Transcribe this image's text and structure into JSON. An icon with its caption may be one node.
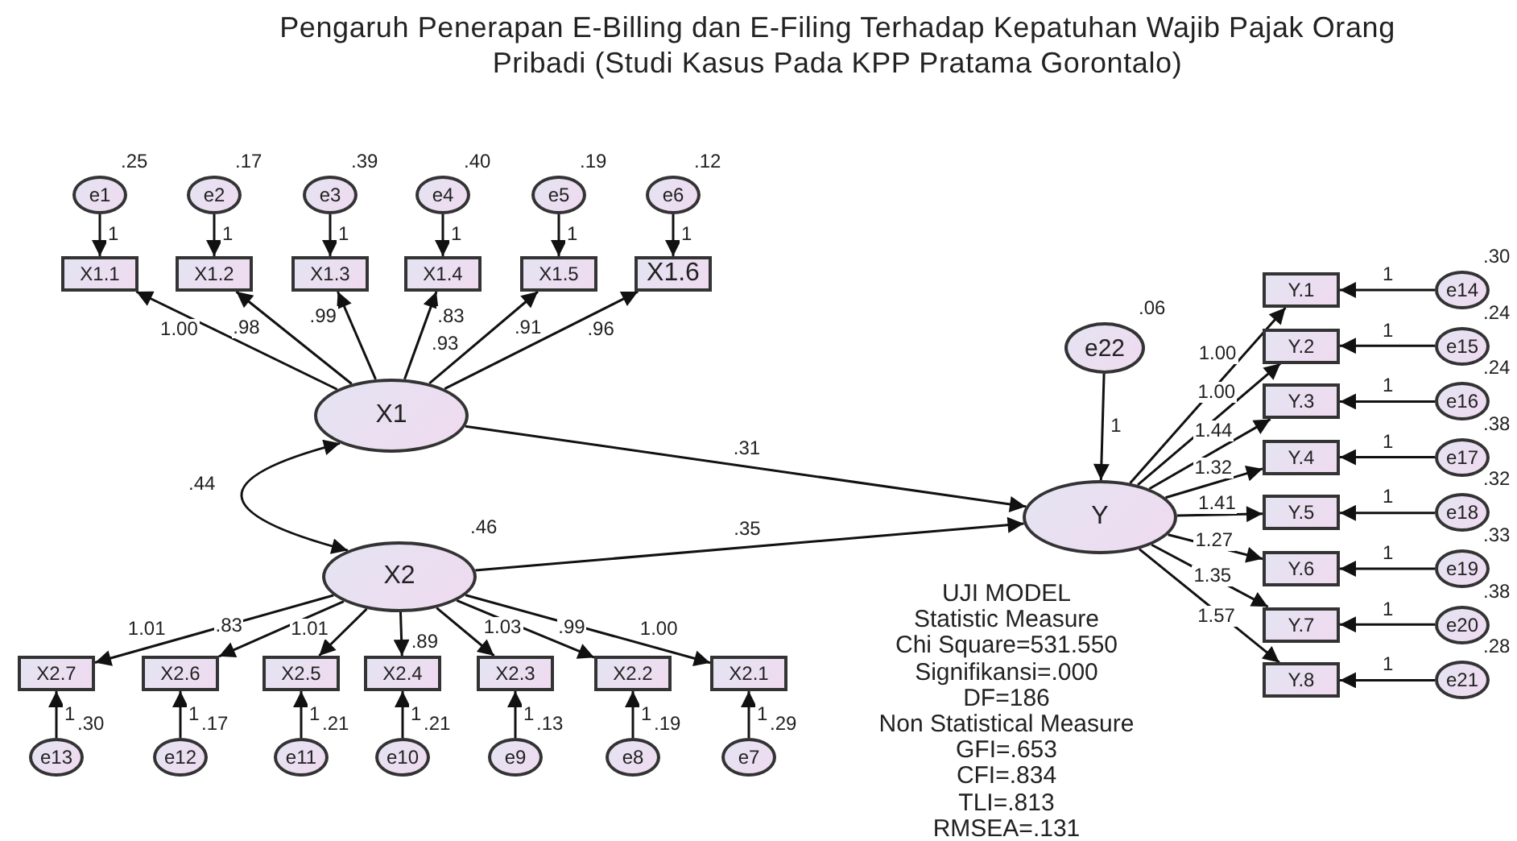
{
  "diagram": {
    "title": "Pengaruh Penerapan E-Billing dan E-Filing Terhadap Kepatuhan Wajib Pajak Orang Pribadi (Studi Kasus Pada KPP Pratama Gorontalo)",
    "nodes": [
      {
        "text": [
          "e1"
        ],
        "beside": [
          ".25"
        ]
      },
      {
        "text": [
          "e2"
        ],
        "beside": [
          ".17"
        ]
      },
      {
        "text": [
          "e3"
        ],
        "beside": [
          ".39"
        ]
      },
      {
        "text": [
          "e4"
        ],
        "beside": [
          ".40"
        ]
      },
      {
        "text": [
          "e5"
        ],
        "beside": [
          ".19"
        ]
      },
      {
        "text": [
          "e6"
        ],
        "beside": [
          ".12"
        ]
      },
      {
        "text": [
          "X1.1"
        ]
      },
      {
        "text": [
          "X1.2"
        ]
      },
      {
        "text": [
          "X1.3"
        ]
      },
      {
        "text": [
          "X1.4"
        ]
      },
      {
        "text": [
          "X1.5"
        ]
      },
      {
        "text": [
          "X1.6"
        ]
      },
      {
        "text": [
          "X1"
        ]
      },
      {
        "text": [
          "X2"
        ],
        "beside": [
          ".46"
        ]
      },
      {
        "text": [
          "X2.7"
        ]
      },
      {
        "text": [
          "X2.6"
        ]
      },
      {
        "text": [
          "X2.5"
        ]
      },
      {
        "text": [
          "X2.4"
        ]
      },
      {
        "text": [
          "X2.3"
        ]
      },
      {
        "text": [
          "X2.2"
        ]
      },
      {
        "text": [
          "X2.1"
        ]
      },
      {
        "text": [
          "e13"
        ],
        "beside": [
          ".30"
        ]
      },
      {
        "text": [
          "e12"
        ],
        "beside": [
          ".17"
        ]
      },
      {
        "text": [
          "e11"
        ],
        "beside": [
          ".21"
        ]
      },
      {
        "text": [
          "e10"
        ],
        "beside": [
          ".21"
        ]
      },
      {
        "text": [
          "e9"
        ],
        "beside": [
          ".13"
        ]
      },
      {
        "text": [
          "e8"
        ],
        "beside": [
          ".19"
        ]
      },
      {
        "text": [
          "e7"
        ],
        "beside": [
          ".29"
        ]
      },
      {
        "text": [
          "e22"
        ],
        "beside": [
          ".06"
        ]
      },
      {
        "text": [
          "Y"
        ]
      },
      {
        "text": [
          "Y.1"
        ]
      },
      {
        "text": [
          "Y.2"
        ]
      },
      {
        "text": [
          "Y.3"
        ]
      },
      {
        "text": [
          "Y.4"
        ]
      },
      {
        "text": [
          "Y.5"
        ]
      },
      {
        "text": [
          "Y.6"
        ]
      },
      {
        "text": [
          "Y.7"
        ]
      },
      {
        "text": [
          "Y.8"
        ]
      },
      {
        "text": [
          "e14"
        ],
        "beside": [
          ".30"
        ]
      },
      {
        "text": [
          "e15"
        ],
        "beside": [
          ".24"
        ]
      },
      {
        "text": [
          "e16"
        ],
        "beside": [
          ".24"
        ]
      },
      {
        "text": [
          "e17"
        ],
        "beside": [
          ".38"
        ]
      },
      {
        "text": [
          "e18"
        ],
        "beside": [
          ".32"
        ]
      },
      {
        "text": [
          "e19"
        ],
        "beside": [
          ".33"
        ]
      },
      {
        "text": [
          "e20"
        ],
        "beside": [
          ".38"
        ]
      },
      {
        "text": [
          "e21"
        ],
        "beside": [
          ".28"
        ]
      }
    ],
    "edges": [
      {
        "from": 0,
        "to": 6,
        "arrow": "to",
        "label": "1"
      },
      {
        "from": 1,
        "to": 7,
        "arrow": "to",
        "label": "1"
      },
      {
        "from": 2,
        "to": 8,
        "arrow": "to",
        "label": "1"
      },
      {
        "from": 3,
        "to": 9,
        "arrow": "to",
        "label": "1"
      },
      {
        "from": 4,
        "to": 10,
        "arrow": "to",
        "label": "1"
      },
      {
        "from": 5,
        "to": 11,
        "arrow": "to",
        "label": "1"
      },
      {
        "from": 12,
        "to": 6,
        "arrow": "to",
        "label": "1.00"
      },
      {
        "from": 12,
        "to": 7,
        "arrow": "to",
        "label": ".98"
      },
      {
        "from": 12,
        "to": 8,
        "arrow": "to",
        "label": ".99"
      },
      {
        "from": 12,
        "to": 9,
        "arrow": "to",
        "label": ".83"
      },
      {
        "from": 12,
        "to": 10,
        "arrow": "to",
        "label": ".91"
      },
      {
        "from": 12,
        "to": 11,
        "arrow": "to",
        "label": ".96"
      },
      {
        "from": 12,
        "to": 13,
        "arrow": "both",
        "label": ".44"
      },
      {
        "from": 13,
        "to": 14,
        "arrow": "to",
        "label": "1.01"
      },
      {
        "from": 13,
        "to": 15,
        "arrow": "to",
        "label": ".83"
      },
      {
        "from": 13,
        "to": 16,
        "arrow": "to",
        "label": "1.01"
      },
      {
        "from": 13,
        "to": 17,
        "arrow": "to",
        "label": ".89"
      },
      {
        "from": 13,
        "to": 18,
        "arrow": "to",
        "label": "1.03"
      },
      {
        "from": 13,
        "to": 19,
        "arrow": "to",
        "label": ".99"
      },
      {
        "from": 13,
        "to": 20,
        "arrow": "to",
        "label": "1.00"
      },
      {
        "from": 21,
        "to": 14,
        "arrow": "to",
        "label": "1"
      },
      {
        "from": 22,
        "to": 15,
        "arrow": "to",
        "label": "1"
      },
      {
        "from": 23,
        "to": 16,
        "arrow": "to",
        "label": "1"
      },
      {
        "from": 24,
        "to": 17,
        "arrow": "to",
        "label": "1"
      },
      {
        "from": 25,
        "to": 18,
        "arrow": "to",
        "label": "1"
      },
      {
        "from": 26,
        "to": 19,
        "arrow": "to",
        "label": "1"
      },
      {
        "from": 27,
        "to": 20,
        "arrow": "to",
        "label": "1"
      },
      {
        "from": 12,
        "to": 29,
        "arrow": "to",
        "label": ".31"
      },
      {
        "from": 13,
        "to": 29,
        "arrow": "to",
        "label": ".35"
      },
      {
        "from": 28,
        "to": 29,
        "arrow": "to",
        "label": "1"
      },
      {
        "from": 29,
        "to": 30,
        "arrow": "to",
        "label": "1.00"
      },
      {
        "from": 29,
        "to": 31,
        "arrow": "to",
        "label": "1.00"
      },
      {
        "from": 29,
        "to": 32,
        "arrow": "to",
        "label": "1.44"
      },
      {
        "from": 29,
        "to": 33,
        "arrow": "to",
        "label": "1.32"
      },
      {
        "from": 29,
        "to": 34,
        "arrow": "to",
        "label": "1.41"
      },
      {
        "from": 29,
        "to": 35,
        "arrow": "to",
        "label": "1.27"
      },
      {
        "from": 29,
        "to": 36,
        "arrow": "to",
        "label": "1.35"
      },
      {
        "from": 29,
        "to": 37,
        "arrow": "to",
        "label": "1.57"
      },
      {
        "from": 38,
        "to": 30,
        "arrow": "to",
        "label": "1"
      },
      {
        "from": 39,
        "to": 31,
        "arrow": "to",
        "label": "1"
      },
      {
        "from": 40,
        "to": 32,
        "arrow": "to",
        "label": "1"
      },
      {
        "from": 41,
        "to": 33,
        "arrow": "to",
        "label": "1"
      },
      {
        "from": 42,
        "to": 34,
        "arrow": "to",
        "label": "1"
      },
      {
        "from": 43,
        "to": 35,
        "arrow": "to",
        "label": "1"
      },
      {
        "from": 44,
        "to": 36,
        "arrow": "to",
        "label": "1"
      },
      {
        "from": 45,
        "to": 37,
        "arrow": "to",
        "label": "1"
      }
    ],
    "labels": [
      ".93",
      "UJI MODEL",
      "Statistic Measure",
      "Chi Square=531.550",
      "Signifikansi=.000",
      "DF=186",
      "Non Statistical Measure",
      "GFI=.653",
      "CFI=.834",
      "TLI=.813",
      "RMSEA=.131"
    ]
  }
}
